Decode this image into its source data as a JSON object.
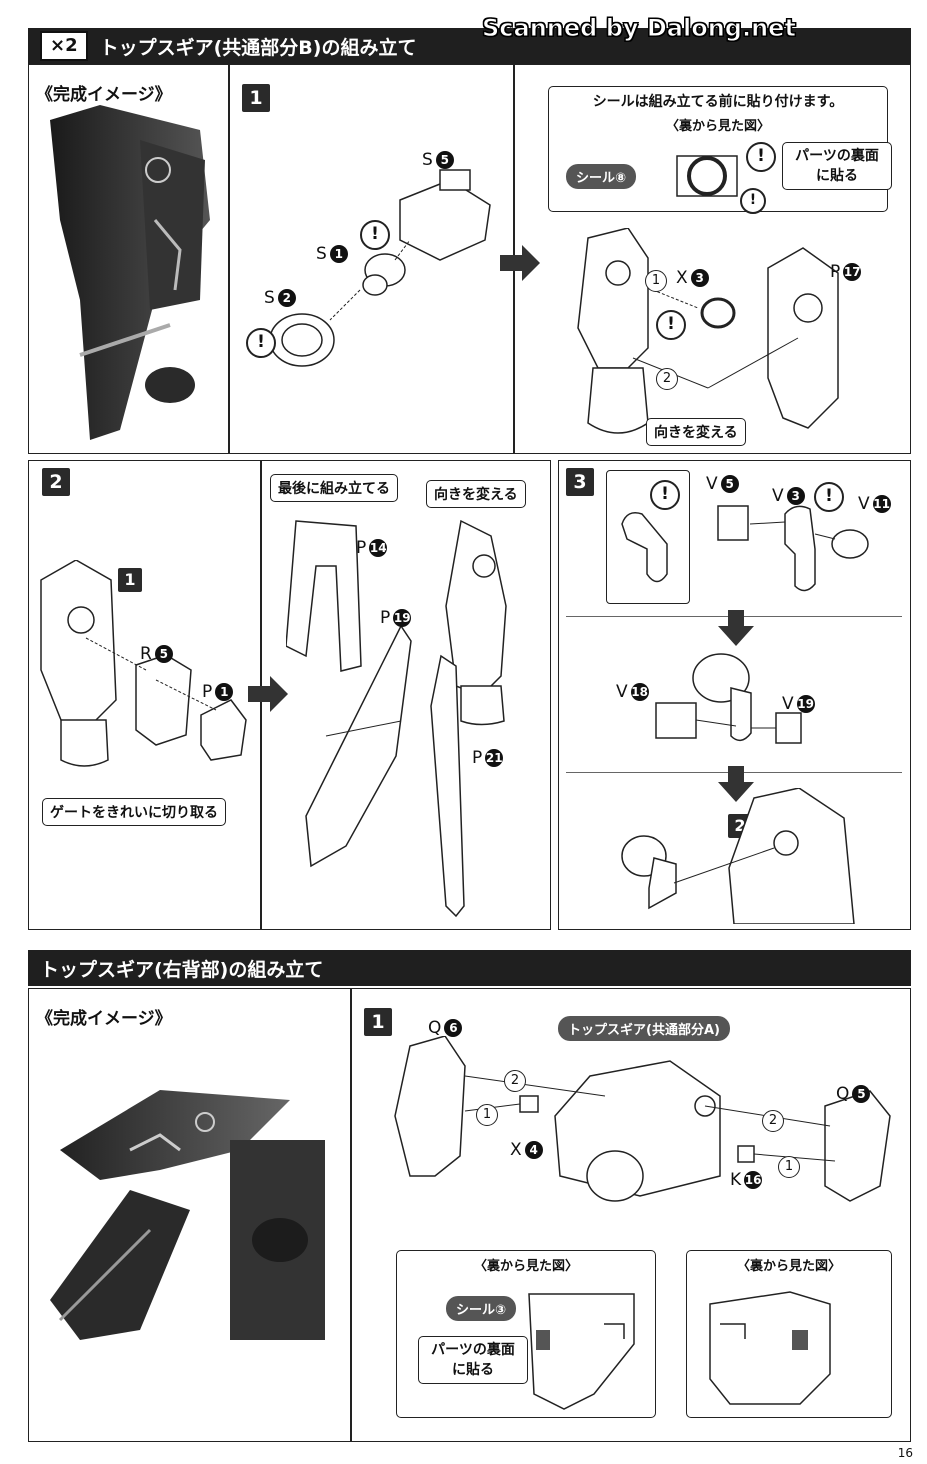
{
  "watermark": "Scanned by Dalong.net",
  "section1": {
    "multiplier": "×2",
    "title": "トップスギア(共通部分B)の組み立て",
    "preview_label": "《完成イメージ》"
  },
  "section2": {
    "title": "トップスギア(右背部)の組み立て",
    "preview_label": "《完成イメージ》"
  },
  "step_numbers": [
    "1",
    "2",
    "3"
  ],
  "s1": {
    "parts": [
      {
        "letter": "S",
        "num": "5"
      },
      {
        "letter": "S",
        "num": "1"
      },
      {
        "letter": "S",
        "num": "2"
      },
      {
        "letter": "X",
        "num": "3"
      },
      {
        "letter": "P",
        "num": "17"
      }
    ],
    "sticker_note": "シールは組み立てる前に貼り付けます。",
    "back_view": "〈裏から見た図〉",
    "sticker": "シール⑧",
    "apply_back": "パーツの裏面に貼る",
    "change_dir": "向きを変える",
    "order": [
      "1",
      "2"
    ]
  },
  "s2": {
    "parts": [
      {
        "letter": "R",
        "num": "5"
      },
      {
        "letter": "P",
        "num": "1"
      },
      {
        "letter": "P",
        "num": "14"
      },
      {
        "letter": "P",
        "num": "19"
      },
      {
        "letter": "P",
        "num": "21"
      }
    ],
    "gate_note": "ゲートをきれいに切り取る",
    "last_note": "最後に組み立てる",
    "change_dir": "向きを変える"
  },
  "s3": {
    "parts": [
      {
        "letter": "V",
        "num": "5"
      },
      {
        "letter": "V",
        "num": "3"
      },
      {
        "letter": "V",
        "num": "11"
      },
      {
        "letter": "V",
        "num": "18"
      },
      {
        "letter": "V",
        "num": "19"
      }
    ]
  },
  "r1": {
    "parts": [
      {
        "letter": "Q",
        "num": "6"
      },
      {
        "letter": "X",
        "num": "4"
      },
      {
        "letter": "Q",
        "num": "5"
      },
      {
        "letter": "K",
        "num": "16"
      }
    ],
    "common_a": "トップスギア(共通部分A)",
    "back_view": "〈裏から見た図〉",
    "sticker": "シール③",
    "apply_back": "パーツの裏面に貼る",
    "order": [
      "2",
      "1"
    ]
  },
  "page_number": "16",
  "warn_glyph": "!"
}
